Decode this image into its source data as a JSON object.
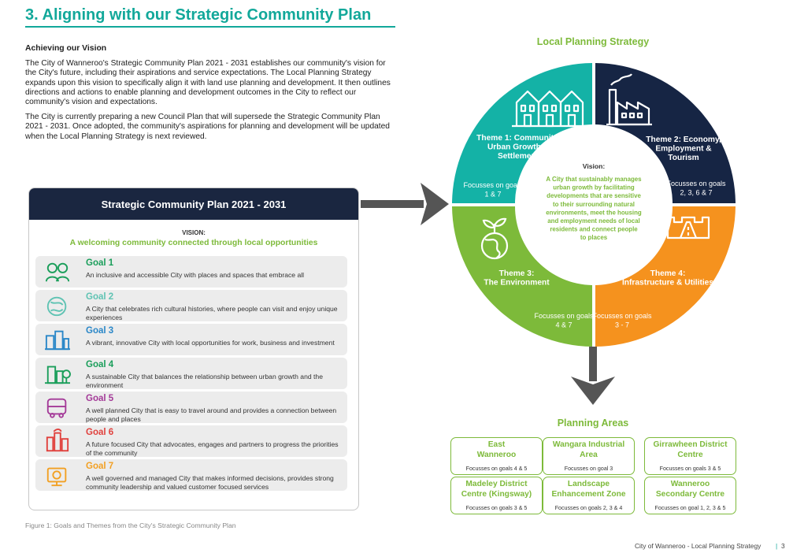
{
  "page_title": "3. Aligning with our Strategic Community Plan",
  "intro": {
    "heading": "Achieving our Vision",
    "para1": "The City of Wanneroo's Strategic Community Plan 2021 - 2031 establishes our community's vision for the City's future, including their aspirations and service expectations. The Local Planning Strategy expands upon this vision to specifically align it with land use planning and development. It then outlines directions and actions to enable planning and development outcomes in the City to reflect our community's vision and expectations.",
    "para2": "The City is currently preparing a new Council Plan that will supersede the Strategic Community Plan 2021 - 2031. Once adopted, the community's aspirations for planning and development will be updated when the Local Planning Strategy is next reviewed."
  },
  "scp": {
    "title": "Strategic Community Plan 2021 - 2031",
    "vision_label": "VISION:",
    "vision": "A welcoming community connected through local opportunities",
    "goals": [
      {
        "title": "Goal 1",
        "desc": "An inclusive and accessible City with places and spaces that embrace all",
        "color": "#1a9e5a",
        "icon": "people-icon"
      },
      {
        "title": "Goal 2",
        "desc": "A City that celebrates rich cultural histories, where people can visit and enjoy unique experiences",
        "color": "#5fc3b3",
        "icon": "culture-icon"
      },
      {
        "title": "Goal 3",
        "desc": "A vibrant, innovative City with local opportunities for work, business and investment",
        "color": "#2a87c8",
        "icon": "business-icon"
      },
      {
        "title": "Goal 4",
        "desc": "A sustainable City that balances the relationship between urban growth and the environment",
        "color": "#1a9e5a",
        "icon": "city-tree-icon"
      },
      {
        "title": "Goal 5",
        "desc": "A well planned City that is easy to travel around and provides a connection between people and places",
        "color": "#a43a98",
        "icon": "bus-icon"
      },
      {
        "title": "Goal 6",
        "desc": "A future focused City that advocates, engages and partners to progress the priorities of the community",
        "color": "#e0403c",
        "icon": "future-city-icon"
      },
      {
        "title": "Goal 7",
        "desc": "A well governed and managed City that makes informed decisions, provides strong community leadership and valued customer focused services",
        "color": "#f2a023",
        "icon": "governance-icon"
      }
    ]
  },
  "caption": "Figure 1: Goals and Themes from the City's Strategic Community Plan",
  "footer": {
    "doc": "City of Wanneroo - Local Planning Strategy",
    "sep": "|",
    "page": "3"
  },
  "lps": {
    "title": "Local Planning Strategy",
    "center_label": "Vision:",
    "center_text": [
      "A City that sustainably manages",
      "urban growth by facilitating",
      "developments that are sensitive",
      "to their surrounding natural",
      "environments, meet the housing",
      "and employment needs of local",
      "residents and connect people",
      "to places"
    ],
    "themes": [
      {
        "name": [
          "Theme 1: Community,",
          "Urban Growth &",
          "Settlement"
        ],
        "focus": [
          "Focusses on goals",
          "1 & 7"
        ],
        "color": "#14b2a6",
        "icon": "townhouses-icon"
      },
      {
        "name": [
          "Theme 2: Economy,",
          "Employment &",
          "Tourism"
        ],
        "focus": [
          "Focusses on goals",
          "2, 3, 6 & 7"
        ],
        "color": "#162544",
        "icon": "factory-icon"
      },
      {
        "name": [
          "Theme 3:",
          "The Environment"
        ],
        "focus": [
          "Focusses on goals",
          "4 & 7"
        ],
        "color": "#7dba3a",
        "icon": "globe-plant-icon"
      },
      {
        "name": [
          "Theme 4:",
          "Infrastructure & Utilities"
        ],
        "focus": [
          "Focusses on goals",
          "3 - 7"
        ],
        "color": "#f5921e",
        "icon": "road-icon"
      }
    ]
  },
  "planning": {
    "title": "Planning Areas",
    "areas": [
      {
        "name": [
          "East",
          "Wanneroo"
        ],
        "goals": "Focusses on goals 4 & 5"
      },
      {
        "name": [
          "Wangara Industrial",
          "Area"
        ],
        "goals": "Focusses on goal 3"
      },
      {
        "name": [
          "Girrawheen District",
          "Centre"
        ],
        "goals": "Focusses on goals 3 & 5"
      },
      {
        "name": [
          "Madeley District",
          "Centre (Kingsway)"
        ],
        "goals": "Focusses on goals 3 & 5"
      },
      {
        "name": [
          "Landscape",
          "Enhancement Zone"
        ],
        "goals": "Focusses on goals 2, 3 & 4"
      },
      {
        "name": [
          "Wanneroo",
          "Secondary Centre"
        ],
        "goals": "Focusses on goal 1, 2, 3 & 5"
      }
    ]
  }
}
